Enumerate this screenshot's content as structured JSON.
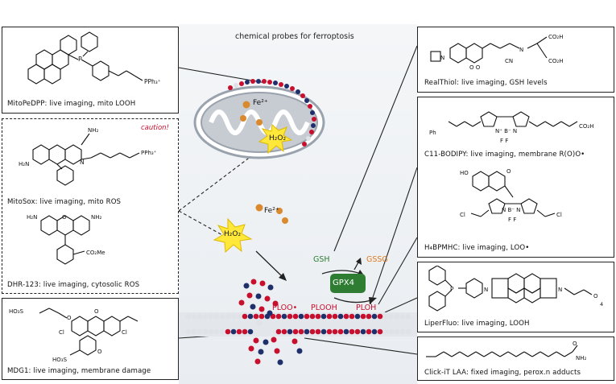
{
  "title": "chemical probes for ferroptosis",
  "caution": "caution!",
  "probes": {
    "mitopedpp": "MitoPeDPP: live imaging, mito LOOH",
    "mitosox": "MitoSox: live imaging, mito ROS",
    "dhr": "DHR-123: live imaging, cytosolic ROS",
    "mdg1": "MDG1: live imaging, membrane damage",
    "realthiol": "RealThiol: live imaging, GSH levels",
    "c11bodipy": "C11-BODIPY: live imaging, membrane R(O)O•",
    "h4bpmhc": "H₄BPMHC: live imaging, LOO•",
    "liperfluo": "LiperFluo: live imaging, LOOH",
    "clickit": "Click-iT LAA: fixed imaging, perox.n adducts"
  },
  "labels": {
    "fe_mito": "Fe²⁺",
    "fe_free": "Fe²⁺",
    "h2o2_a": "H₂O₂",
    "h2o2_b": "H₂O₂",
    "gsh": "GSH",
    "gssg": "GSSG",
    "gpx4": "GPX4",
    "ploo": "PLOO•",
    "plooh": "PLOOH",
    "ploh": "PLOH"
  },
  "colors": {
    "red": "#c8102e",
    "navy": "#1f2f6b",
    "green": "#2e7d32",
    "orange": "#e07a1f",
    "yellow": "#ffe83a",
    "fe_ball": "#d9892e",
    "panel": "#eef1f4"
  }
}
